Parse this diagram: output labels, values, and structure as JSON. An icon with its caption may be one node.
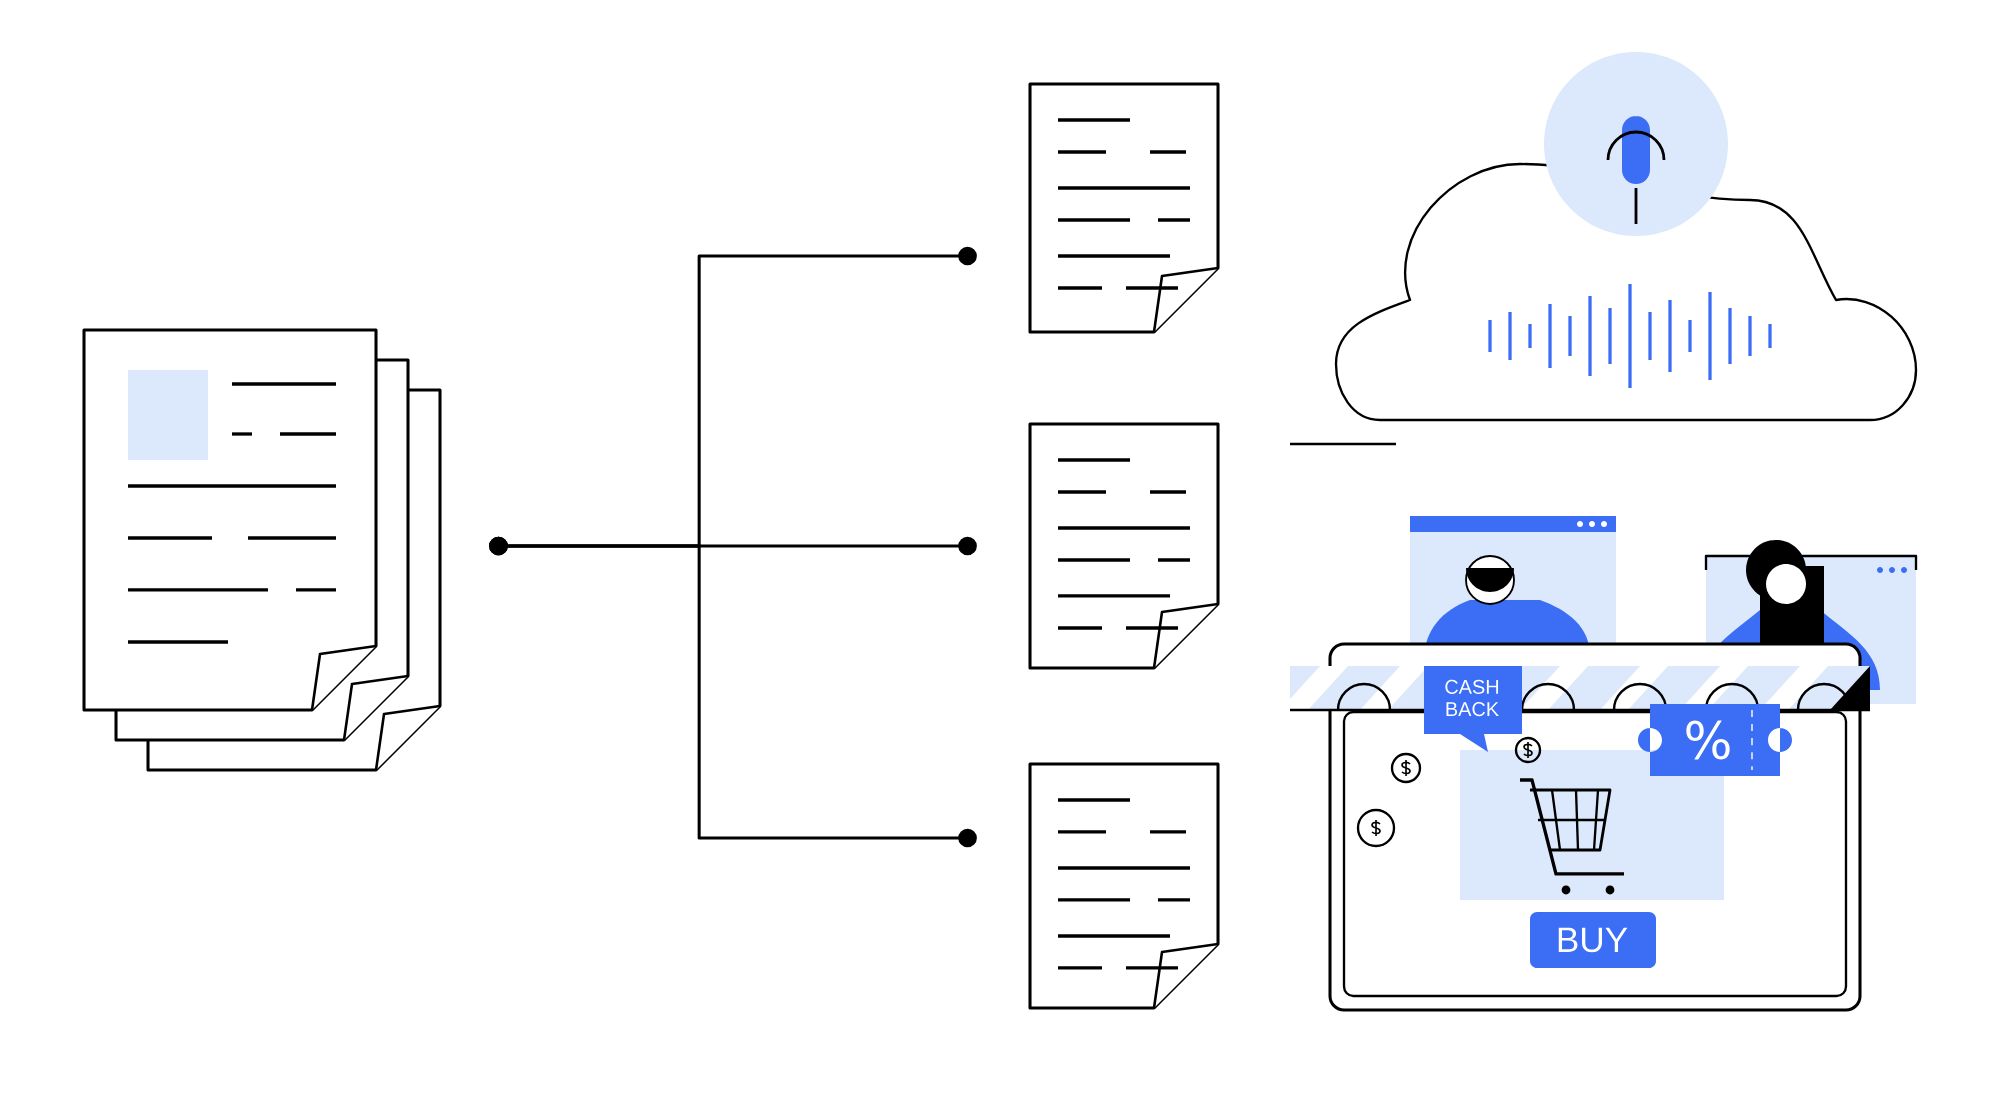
{
  "diagram": {
    "nodes": [
      {
        "text": [],
        "shape": "picture"
      },
      {
        "text": [],
        "shape": "picture"
      },
      {
        "text": [],
        "shape": "picture"
      },
      {
        "text": [],
        "shape": "picture"
      }
    ],
    "edges": [
      {
        "from": 0,
        "to": 1,
        "arrow": "other"
      },
      {
        "from": 0,
        "to": 2,
        "arrow": "other"
      },
      {
        "from": 0,
        "to": 3,
        "arrow": "other"
      }
    ],
    "labels": [
      "CASH BACK",
      "%",
      "BUY"
    ]
  }
}
